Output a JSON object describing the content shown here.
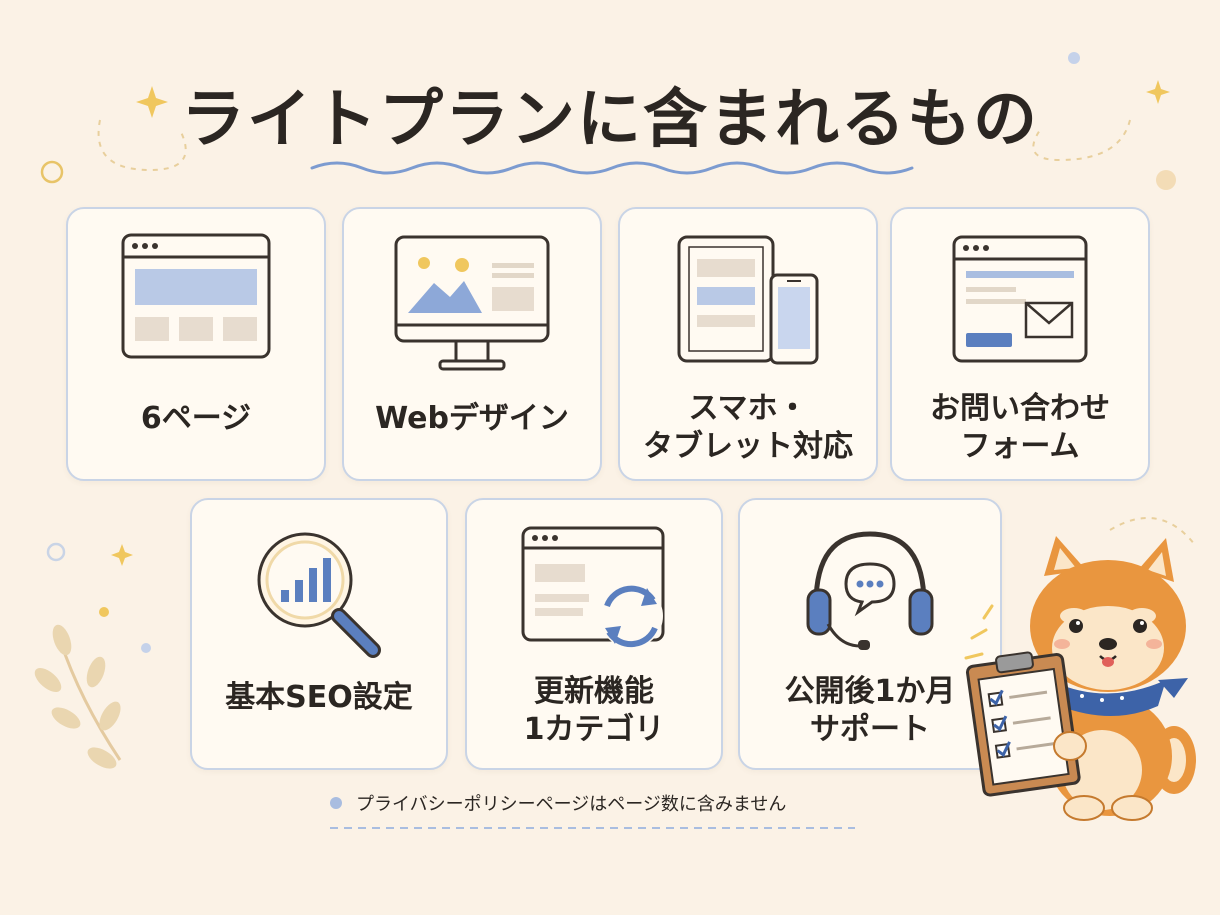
{
  "title": "ライトプランに含まれるもの",
  "items": [
    {
      "label_line1": "6ページ",
      "label_line2": "",
      "icon": "browser-window-icon"
    },
    {
      "label_line1": "Webデザイン",
      "label_line2": "",
      "icon": "desktop-monitor-icon"
    },
    {
      "label_line1": "スマホ・",
      "label_line2": "タブレット対応",
      "icon": "tablet-smartphone-icon"
    },
    {
      "label_line1": "お問い合わせ",
      "label_line2": "フォーム",
      "icon": "contact-form-icon"
    },
    {
      "label_line1": "基本SEO設定",
      "label_line2": "",
      "icon": "magnifier-chart-icon"
    },
    {
      "label_line1": "更新機能",
      "label_line2": "1カテゴリ",
      "icon": "browser-refresh-icon"
    },
    {
      "label_line1": "公開後1か月",
      "label_line2": "サポート",
      "icon": "headset-icon"
    }
  ],
  "note": "プライバシーポリシーページはページ数に含みません",
  "colors": {
    "background": "#fbf2e6",
    "card_border": "#c9d4e6",
    "accent_blue": "#5b7fbf",
    "light_blue": "#a9bde0",
    "accent_gold": "#e8c468",
    "shiba_orange": "#e9963f",
    "bandana_blue": "#3d63a8"
  }
}
